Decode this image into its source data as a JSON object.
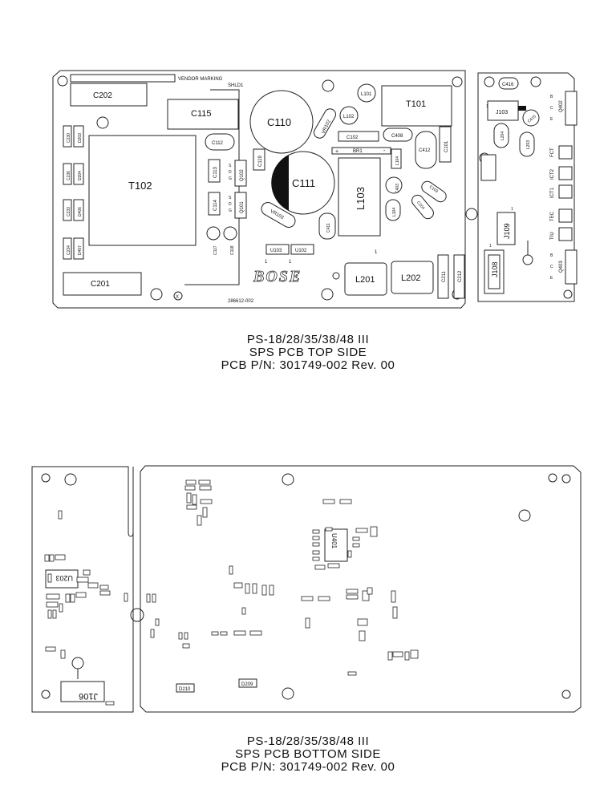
{
  "top": {
    "vendor_marking": "VENDOR MARKING",
    "shld": "SHLD1",
    "board_number": "286612-002",
    "logo": "BOSE",
    "tp_ref": "X",
    "pin1": "1",
    "parts": {
      "C202": "C202",
      "C115": "C115",
      "C110": "C110",
      "C111": "C111",
      "T101": "T101",
      "T102": "T102",
      "L101": "L101",
      "L102": "L102",
      "L103": "L103",
      "L104": "L104",
      "VR102": "VR102",
      "VR103": "VR103",
      "C102": "C102",
      "C408": "C408",
      "C412": "C412",
      "C101": "C101",
      "BR1": "BR1",
      "C112": "C112",
      "C113": "C113",
      "C114": "C114",
      "C119": "C119",
      "Q102": "Q102",
      "Q101": "Q101",
      "C117": "C117",
      "C118": "C118",
      "U103": "U103",
      "U102": "U102",
      "C411": "C411",
      "C403": "C403",
      "C103": "C103",
      "C104": "C104",
      "L201": "L201",
      "L202": "L202",
      "C211": "C211",
      "C212": "C212",
      "C201": "C201",
      "D203": "D203",
      "D204": "D204",
      "D406": "D406",
      "D407": "D407",
      "C230": "C230",
      "C236": "C236",
      "C233": "C233",
      "C234": "C234",
      "C416": "C416",
      "C415": "C415",
      "J103": "J103",
      "L204": "L204",
      "L203": "L203",
      "Q402": "Q402",
      "Q403": "Q403",
      "J109": "J109",
      "J108": "J108",
      "FCT": "FCT",
      "ICT2": "ICT2",
      "ICT1": "ICT1",
      "TEC": "TEC",
      "TIU": "TIU",
      "qb": "B",
      "qc": "C",
      "qe": "E",
      "s": "S",
      "d": "D",
      "g": "G"
    }
  },
  "bottom": {
    "parts": {
      "U203": "U203",
      "U401": "U401",
      "J106": "J106",
      "D210": "D210",
      "D209": "D209"
    }
  },
  "captions": {
    "top": [
      "PS-18/28/35/38/48 III",
      "SPS PCB TOP SIDE",
      "PCB P/N: 301749-002 Rev. 00"
    ],
    "bottom": [
      "PS-18/28/35/38/48 III",
      "SPS PCB BOTTOM SIDE",
      "PCB P/N: 301749-002 Rev. 00"
    ]
  }
}
